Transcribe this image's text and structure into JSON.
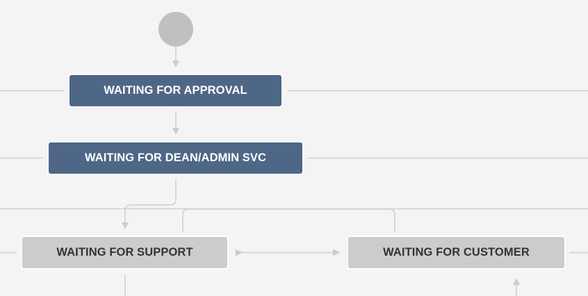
{
  "diagram": {
    "type": "workflow",
    "colors": {
      "background": "#f4f4f4",
      "start_node": "#c0c0c0",
      "in_progress_node": "#4f6787",
      "in_progress_text": "#ffffff",
      "todo_node": "#cccccc",
      "todo_text": "#333333",
      "edge": "#cfcfcf"
    },
    "start": {
      "icon": "start-circle-icon"
    },
    "nodes": [
      {
        "id": "approval",
        "label": "WAITING FOR APPROVAL",
        "category": "in-progress"
      },
      {
        "id": "dean",
        "label": "WAITING FOR DEAN/ADMIN SVC",
        "category": "in-progress"
      },
      {
        "id": "support",
        "label": "WAITING FOR SUPPORT",
        "category": "todo"
      },
      {
        "id": "customer",
        "label": "WAITING FOR CUSTOMER",
        "category": "todo"
      }
    ],
    "edges": [
      {
        "from": "start",
        "to": "approval"
      },
      {
        "from": "approval",
        "to": "dean"
      },
      {
        "from": "dean",
        "to": "support"
      },
      {
        "from": "support",
        "to": "customer",
        "bidirectional": true
      },
      {
        "from": "support",
        "to": "customer",
        "via": "top-loop"
      }
    ]
  }
}
